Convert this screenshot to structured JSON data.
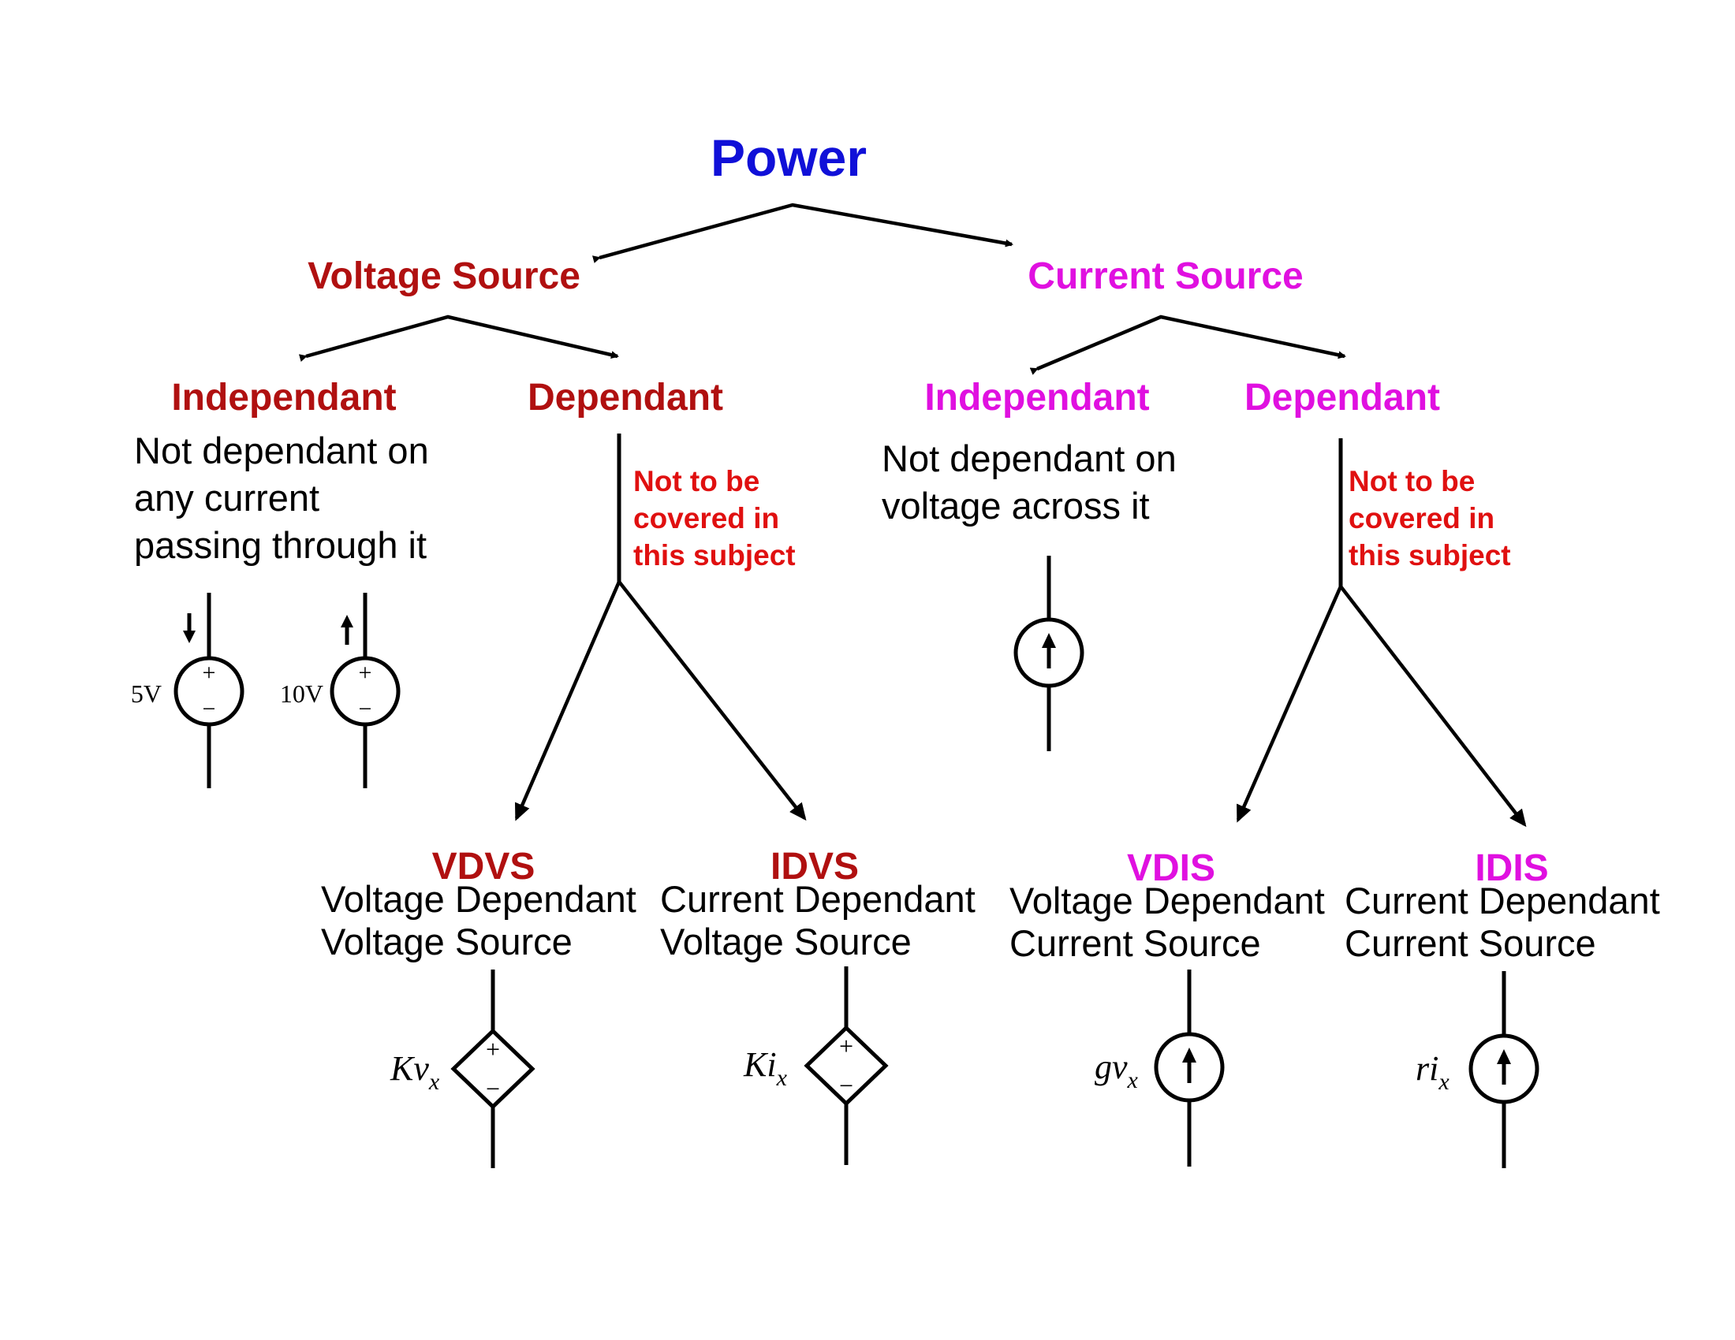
{
  "colors": {
    "root": "#1010d8",
    "voltage_branch": "#b01010",
    "current_branch": "#e010e0",
    "note": "#e01010",
    "line": "#000000"
  },
  "root": {
    "label": "Power"
  },
  "voltage_source": {
    "label": "Voltage Source",
    "independent": {
      "label": "Independant",
      "description": [
        "Not dependant on",
        "any current",
        "passing through it"
      ],
      "symbols": [
        {
          "label": "5V",
          "arrow": "down"
        },
        {
          "label": "10V",
          "arrow": "up"
        }
      ]
    },
    "dependent": {
      "label": "Dependant",
      "note": [
        "Not to be",
        "covered in",
        "this subject"
      ],
      "types": [
        {
          "abbr": "VDVS",
          "description": [
            "Voltage Dependant",
            "Voltage Source"
          ],
          "symbol": {
            "main": "Kv",
            "sub": "x"
          }
        },
        {
          "abbr": "IDVS",
          "description": [
            "Current Dependant",
            "Voltage Source"
          ],
          "symbol": {
            "main": "Ki",
            "sub": "x"
          }
        }
      ]
    }
  },
  "current_source": {
    "label": "Current Source",
    "independent": {
      "label": "Independant",
      "description": [
        "Not dependant on",
        "voltage across it"
      ]
    },
    "dependent": {
      "label": "Dependant",
      "note": [
        "Not to be",
        "covered in",
        "this subject"
      ],
      "types": [
        {
          "abbr": "VDIS",
          "description": [
            "Voltage Dependant",
            "Current Source"
          ],
          "symbol": {
            "main": "gv",
            "sub": "x"
          }
        },
        {
          "abbr": "IDIS",
          "description": [
            "Current Dependant",
            "Current Source"
          ],
          "symbol": {
            "main": "ri",
            "sub": "x"
          }
        }
      ]
    }
  },
  "symbol_signs": {
    "plus": "+",
    "minus": "−"
  }
}
